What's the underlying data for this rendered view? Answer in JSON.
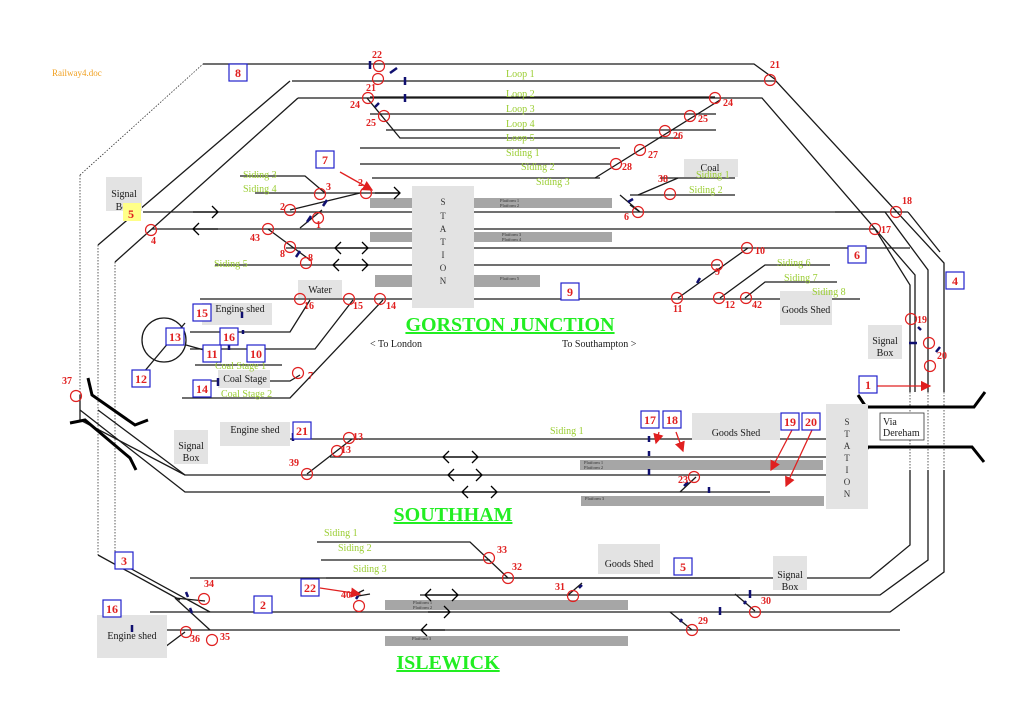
{
  "document": {
    "filename": "Railway4.doc"
  },
  "stations": {
    "gorston": {
      "title": "GORSTON JUNCTION",
      "to_left": "<  To London",
      "to_right": "To Southampton  >",
      "station_letters": [
        "S",
        "T",
        "A",
        "T",
        "I",
        "O",
        "N"
      ],
      "platforms": [
        "Platform 1",
        "Platform 2",
        "Platform 3",
        "Platform 4",
        "Platform 5"
      ],
      "sidings": [
        "Siding 1",
        "Siding 2",
        "Siding 3",
        "Siding 4",
        "Siding 5",
        "Siding 6",
        "Siding 7",
        "Siding 8"
      ],
      "coal_sidings": [
        "Siding 1",
        "Siding 2"
      ],
      "loops": [
        "Loop 1",
        "Loop 2",
        "Loop 3",
        "Loop 4",
        "Loop 5"
      ],
      "coal_stage_sidings": [
        "Coal Stage 1",
        "Coal Stage 2"
      ],
      "buildings": {
        "signal_box": "Signal Box",
        "coal": "Coal",
        "water": "Water",
        "engine_shed": "Engine shed",
        "coal_stage": "Coal Stage",
        "goods_shed": "Goods Shed"
      }
    },
    "southham": {
      "title": "SOUTHHAM",
      "station_letters": [
        "S",
        "T",
        "A",
        "T",
        "I",
        "O",
        "N"
      ],
      "platforms": [
        "Platform 1",
        "Platform 2",
        "Platform 3"
      ],
      "sidings": [
        "Siding 1"
      ],
      "buildings": {
        "signal_box": "Signal Box",
        "engine_shed": "Engine shed",
        "goods_shed": "Goods Shed"
      }
    },
    "islewick": {
      "title": "ISLEWICK",
      "platforms": [
        "Platform 1",
        "Platform 2",
        "Platform 3"
      ],
      "sidings": [
        "Siding 1",
        "Siding 2",
        "Siding 3"
      ],
      "buildings": {
        "engine_shed": "Engine shed",
        "goods_shed": "Goods Shed",
        "signal_box": "Signal Box"
      }
    }
  },
  "via_label": "Via Dereham",
  "section_numbers": {
    "s8": "8",
    "s7": "7",
    "s5y": "5",
    "s15": "15",
    "s13": "13",
    "s16a": "16",
    "s11": "11",
    "s10": "10",
    "s12": "12",
    "s14": "14",
    "s9": "9",
    "s6": "6",
    "s4": "4",
    "s1": "1",
    "s21": "21",
    "s17": "17",
    "s18": "18",
    "s19": "19",
    "s20": "20",
    "s3": "3",
    "s16b": "16",
    "s2": "2",
    "s22": "22",
    "s5": "5"
  },
  "points": {
    "p22": "22",
    "p21a": "21",
    "p21b": "21",
    "p24a": "24",
    "p24b": "24",
    "p25a": "25",
    "p25b": "25",
    "p26": "26",
    "p27": "27",
    "p28": "28",
    "p38": "38",
    "p3": "3",
    "p2a": "2",
    "p2b": "2",
    "p1": "1",
    "p43": "43",
    "p8a": "8",
    "p8b": "8",
    "p4": "4",
    "p18": "18",
    "p17": "17",
    "p6": "6",
    "p10": "10",
    "p9": "9",
    "p11": "11",
    "p12": "12",
    "p42": "42",
    "p16": "16",
    "p15": "15",
    "p14": "14",
    "p7": "7",
    "p19": "19",
    "p20": "20",
    "p37": "37",
    "p13a": "13",
    "p13b": "13",
    "p39": "39",
    "p23": "23",
    "p33": "33",
    "p32": "32",
    "p31": "31",
    "p34": "34",
    "p36": "36",
    "p35": "35",
    "p40": "40",
    "p29": "29",
    "p30": "30"
  },
  "colors": {
    "point": "#e02020",
    "section_box": "#2222cc",
    "siding_label": "#9acd32",
    "title": "#22ee22",
    "isolator": "#101070",
    "doc_label": "#f0a020"
  }
}
